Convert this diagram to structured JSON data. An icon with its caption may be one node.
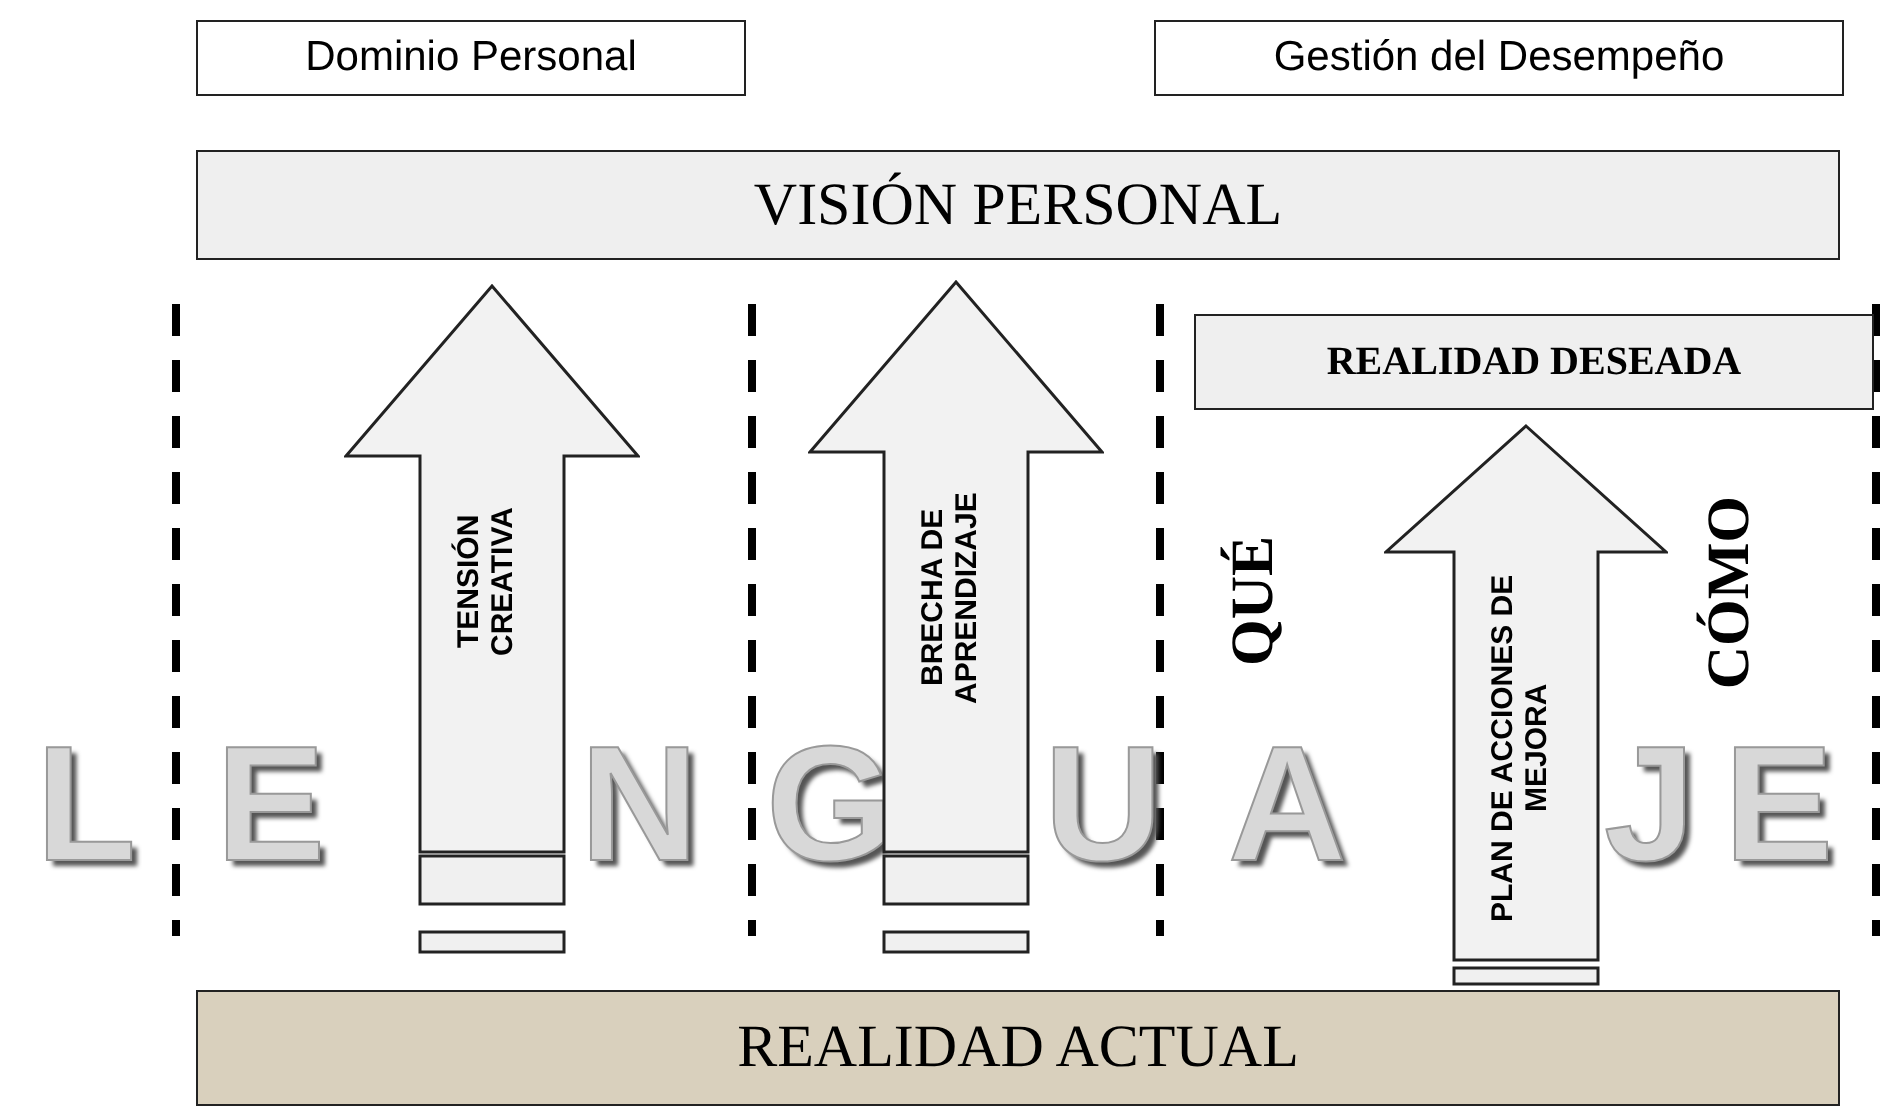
{
  "diagram": {
    "nodes": [
      {
        "text": [
          "Dominio Personal"
        ]
      },
      {
        "text": [
          "Gestión del Desempeño"
        ]
      },
      {
        "text": [
          "VISIÓN PERSONAL"
        ]
      },
      {
        "text": [
          "TENSIÓN CREATIVA"
        ]
      },
      {
        "text": [
          "BRECHA DE APRENDIZAJE"
        ]
      },
      {
        "text": [
          "REALIDAD DESEADA"
        ]
      },
      {
        "text": [
          "PLAN DE ACCIONES DE MEJORA"
        ]
      },
      {
        "text": [
          "REALIDAD ACTUAL"
        ]
      }
    ],
    "labels": [
      "QUÉ",
      "CÓMO",
      "L",
      "E",
      "N",
      "G",
      "U",
      "A",
      "J",
      "E"
    ]
  }
}
